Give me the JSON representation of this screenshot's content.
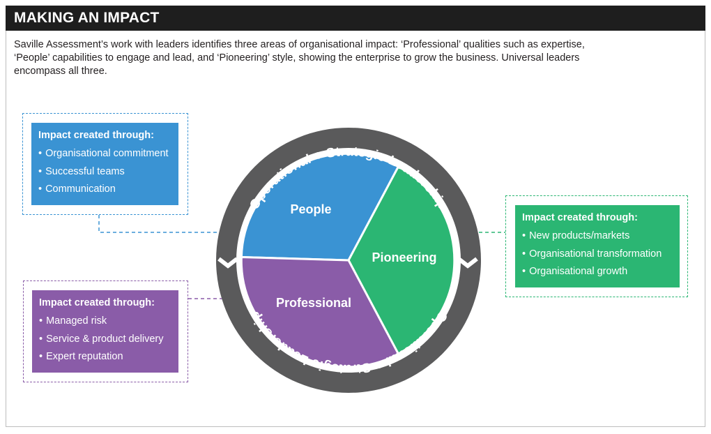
{
  "header": {
    "title": "MAKING AN IMPACT"
  },
  "intro": {
    "text": "Saville Assessment’s work with leaders identifies three areas of organisational impact: ‘Professional’ qualities such as expertise, ‘People’ capabilities to engage and lead, and ‘Pioneering’ style, showing the enterprise to grow the business. Universal leaders encompass all three."
  },
  "ring": {
    "label_top": "Operational + Strategic Leadership",
    "label_bottom": "Operational + Strategic Leadership"
  },
  "segments": {
    "people": {
      "label": "People"
    },
    "pioneering": {
      "label": "Pioneering"
    },
    "professional": {
      "label": "Professional"
    }
  },
  "boxes": {
    "people": {
      "title": "Impact created through:",
      "items": [
        "Organisational commitment",
        "Successful teams",
        "Communication"
      ]
    },
    "professional": {
      "title": "Impact created through:",
      "items": [
        "Managed risk",
        "Service & product delivery",
        "Expert reputation"
      ]
    },
    "pioneering": {
      "title": "Impact created through:",
      "items": [
        "New products/markets",
        "Organisational transformation",
        "Organisational growth"
      ]
    }
  },
  "colors": {
    "people": "#3a93d3",
    "pioneering": "#2bb673",
    "professional": "#8a5ca8",
    "ring": "#5a5a5b",
    "title_bar": "#1e1e1e"
  }
}
